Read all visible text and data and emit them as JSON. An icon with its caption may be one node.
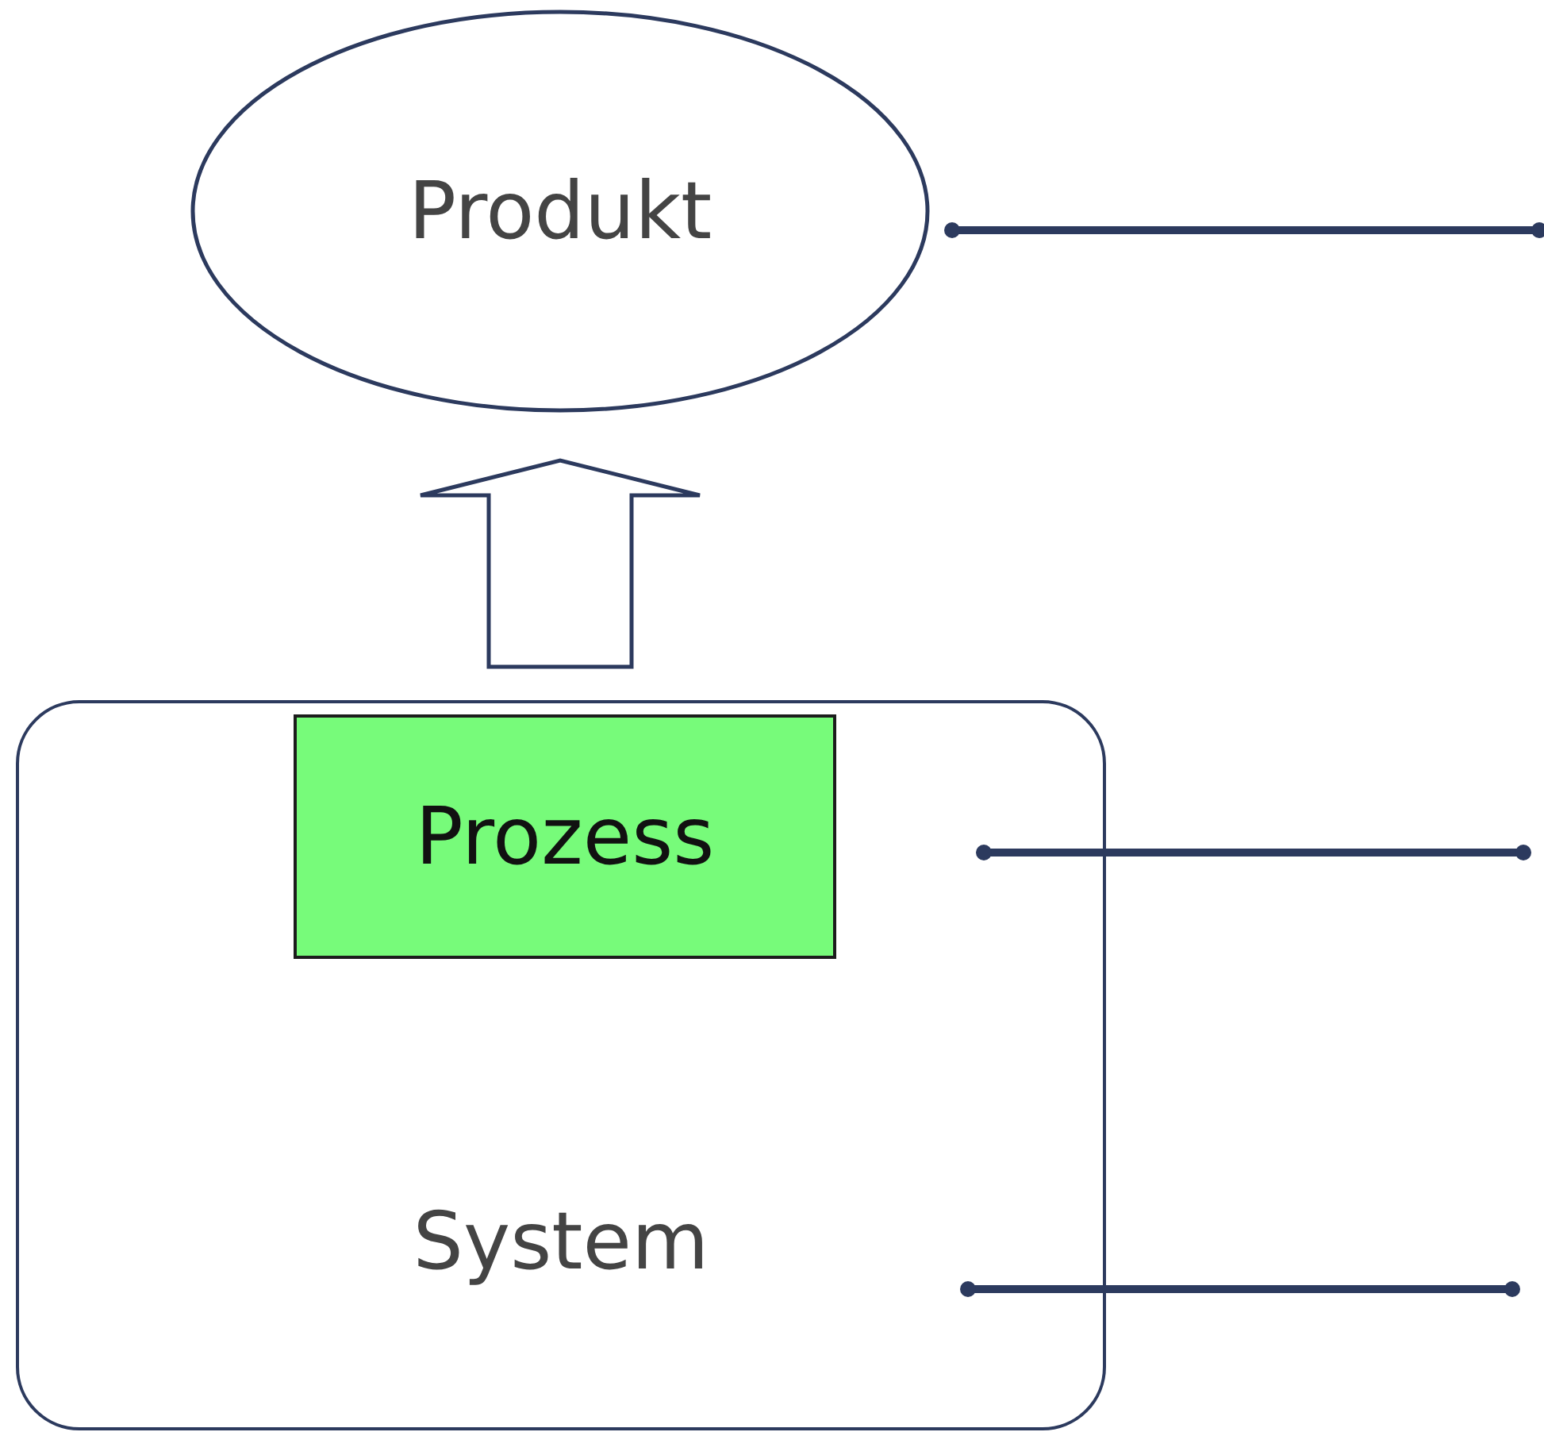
{
  "diagram": {
    "nodes": [
      {
        "text": [
          "Produkt"
        ]
      },
      {
        "text": [
          "System"
        ]
      },
      {
        "text": [
          "Prozess"
        ],
        "in": 1
      }
    ],
    "edges": [
      {
        "from": 2,
        "to": 0,
        "arrow": "to",
        "style": "thick"
      },
      {
        "from": 0,
        "to": null,
        "arrow": "other"
      },
      {
        "from": 2,
        "to": null,
        "arrow": "other"
      },
      {
        "from": 1,
        "to": null,
        "arrow": "other"
      }
    ]
  }
}
